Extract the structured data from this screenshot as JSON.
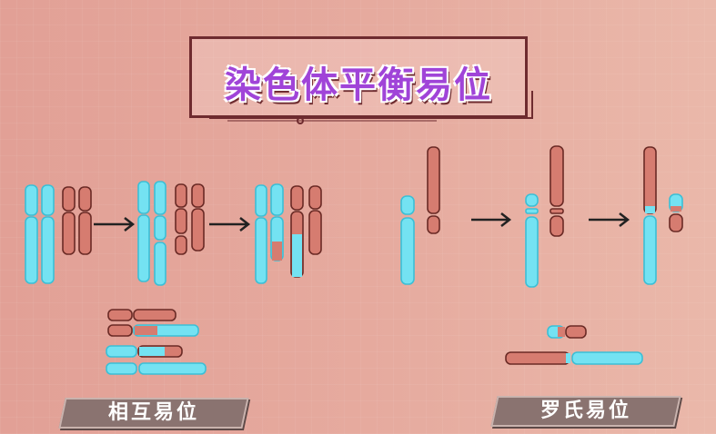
{
  "title": "染色体平衡易位",
  "labels": {
    "reciprocal": "相互易位",
    "robertsonian": "罗氏易位"
  },
  "colors": {
    "blue_chromosome": "#74e2f2",
    "blue_outline": "#3bbfd6",
    "red_chromosome": "#d67c70",
    "red_outline": "#6a2a25",
    "title_text": "#a044d8",
    "title_border": "#6e2b2f",
    "label_bg": "#8a7370"
  },
  "icons": [
    "arrow-right-icon"
  ]
}
